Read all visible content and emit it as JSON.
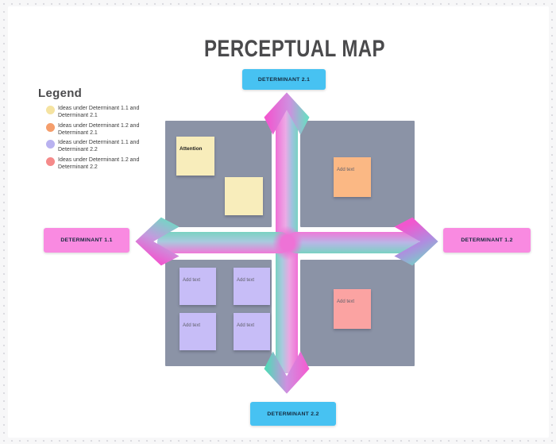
{
  "title": "PERCEPTUAL MAP",
  "legend": {
    "title": "Legend",
    "items": [
      {
        "label": "Ideas under Determinant 1.1 and Determinant 2.1",
        "color": "#f5e3a1"
      },
      {
        "label": "Ideas under Determinant 1.2 and Determinant 2.1",
        "color": "#f59e6c"
      },
      {
        "label": "Ideas under Determinant 1.1 and Determinant 2.2",
        "color": "#b9b2f0"
      },
      {
        "label": "Ideas under Determinant 1.2 and Determinant 2.2",
        "color": "#f58a8a"
      }
    ]
  },
  "axes": {
    "top_label": "DETERMINANT 2.1",
    "bottom_label": "DETERMINANT 2.2",
    "left_label": "DETERMINANT 1.1",
    "right_label": "DETERMINANT 1.2"
  },
  "notes": {
    "quadrant_top_left": [
      {
        "text": "Attention"
      },
      {
        "text": ""
      }
    ],
    "quadrant_top_right": [
      {
        "text": "Add text"
      }
    ],
    "quadrant_bottom_left": [
      {
        "text": "Add text"
      },
      {
        "text": "Add text"
      },
      {
        "text": "Add text"
      },
      {
        "text": "Add text"
      }
    ],
    "quadrant_bottom_right": [
      {
        "text": "Add text"
      }
    ]
  },
  "colors": {
    "label_blue": "#47c2f2",
    "label_pink": "#f98ae1",
    "note_yellow": "#f8edbb",
    "note_orange": "#fbb884",
    "note_purple": "#c7bdf7",
    "note_red": "#fba3a2",
    "map_gray": "#8b93a6",
    "brush_pink": "#f163d2",
    "brush_teal": "#6fd9c4",
    "title_gray": "#4a4a4c"
  }
}
